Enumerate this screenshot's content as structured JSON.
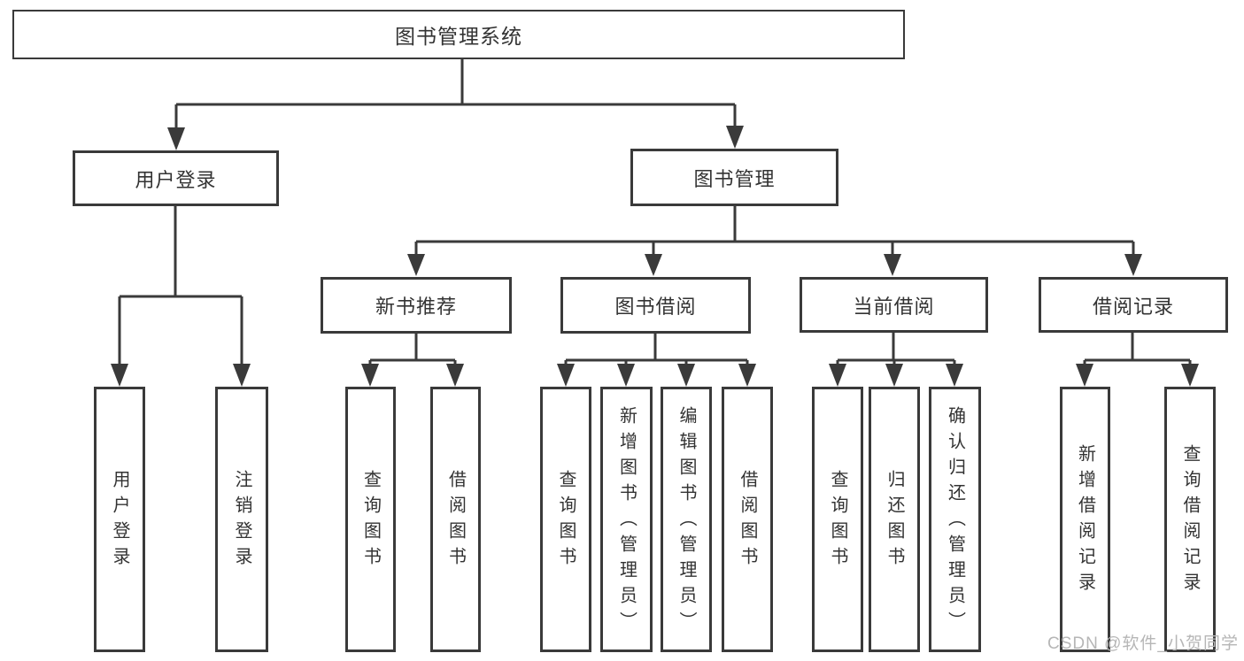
{
  "colors": {
    "line": "#3a3a3a",
    "text": "#333333",
    "background": "#ffffff",
    "watermark": "#b6b6b6"
  },
  "root": {
    "label": "图书管理系统"
  },
  "level1": {
    "user_login": {
      "label": "用户登录"
    },
    "book_mgmt": {
      "label": "图书管理"
    }
  },
  "level2": {
    "new_book_rec": {
      "label": "新书推荐"
    },
    "book_borrow": {
      "label": "图书借阅"
    },
    "current_borrow": {
      "label": "当前借阅"
    },
    "borrow_record": {
      "label": "借阅记录"
    }
  },
  "leaves": {
    "user_login": [
      "用户登录",
      "注销登录"
    ],
    "new_book_rec": [
      "查询图书",
      "借阅图书"
    ],
    "book_borrow": [
      "查询图书",
      "新增图书（管理员）",
      "编辑图书（管理员）",
      "借阅图书"
    ],
    "current_borrow": [
      "查询图书",
      "归还图书",
      "确认归还（管理员）"
    ],
    "borrow_record": [
      "新增借阅记录",
      "查询借阅记录"
    ]
  },
  "watermark": "CSDN @软件_小贺同学"
}
